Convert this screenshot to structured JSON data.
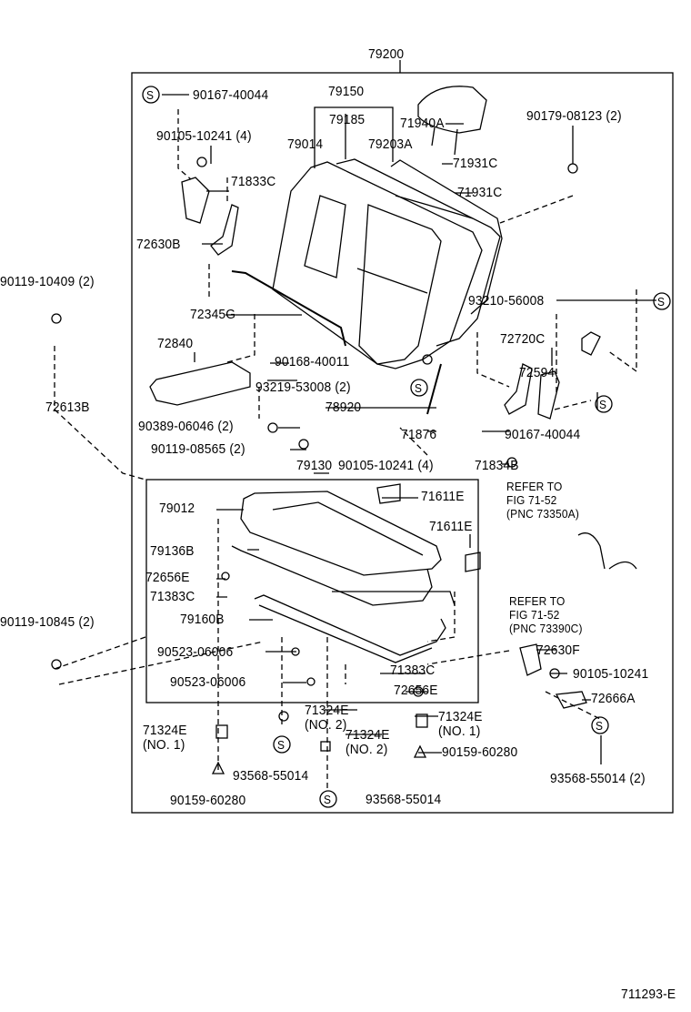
{
  "diagram_id": "711293-E",
  "assembly": "79200",
  "labels": {
    "a79200": "79200",
    "s90167_40044_top": "90167-40044",
    "a79150": "79150",
    "a79185": "79185",
    "a71940A": "71940A",
    "s90179_08123": "90179-08123 (2)",
    "s90105_10241_top": "90105-10241 (4)",
    "a79014": "79014",
    "a79203A": "79203A",
    "a71931C_1": "71931C",
    "a71833C": "71833C",
    "a71931C_2": "71931C",
    "a72630B": "72630B",
    "s90119_10409": "90119-10409 (2)",
    "s93210_56008": "93210-56008",
    "a72345G": "72345G",
    "a72840": "72840",
    "s90168_40011": "90168-40011",
    "a72720C": "72720C",
    "a72594": "72594",
    "a72613B": "72613B",
    "s93219_53008": "93219-53008 (2)",
    "a78920": "78920",
    "s90389_06046": "90389-06046 (2)",
    "s90167_40044_right": "90167-40044",
    "s90119_08565": "90119-08565 (2)",
    "a71876": "71876",
    "a79130": "79130",
    "s90105_10241_mid": "90105-10241 (4)",
    "a71834B": "71834B",
    "a79012": "79012",
    "a71611E_1": "71611E",
    "a71611E_2": "71611E",
    "refer1": [
      "REFER TO",
      "FIG 71-52",
      "(PNC 73350A)"
    ],
    "a79136B": "79136B",
    "a72656E_1": "72656E",
    "a71383C_1": "71383C",
    "a79160B": "79160B",
    "refer2": [
      "REFER TO",
      "FIG 71-52",
      "(PNC 73390C)"
    ],
    "s90119_10845": "90119-10845 (2)",
    "s90523_06006_1": "90523-06006",
    "a72630F": "72630F",
    "a71383C_2": "71383C",
    "s90105_10241_right": "90105-10241",
    "s90523_06006_2": "90523-06006",
    "a72656E_2": "72656E",
    "a72666A": "72666A",
    "a71324E_no2_a": [
      "71324E",
      "(NO. 2)"
    ],
    "a71324E_no1_r": [
      "71324E",
      "(NO. 1)"
    ],
    "a71324E_no1_l": [
      "71324E",
      "(NO. 1)"
    ],
    "a71324E_no2_b": [
      "71324E",
      "(NO. 2)"
    ],
    "s90159_60280_r": "90159-60280",
    "s93568_55014_l": "93568-55014",
    "s93568_55014_r": "93568-55014 (2)",
    "s90159_60280_l": "90159-60280",
    "s93568_55014_b": "93568-55014",
    "footer_code": "711293-E",
    "s_symbol": "S"
  }
}
